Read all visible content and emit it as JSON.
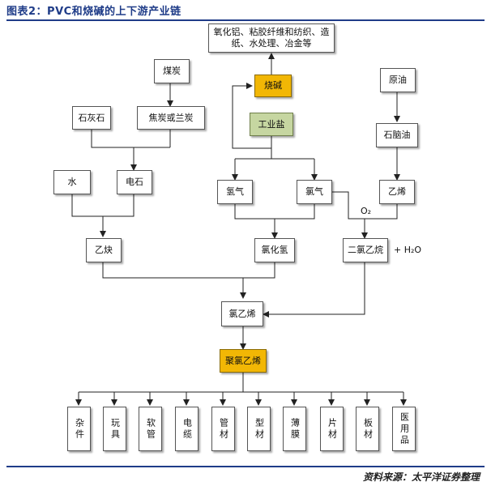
{
  "title": "图表2：PVC和烧碱的上下游产业链",
  "source": "资料来源：太平洋证券整理",
  "nodes": {
    "applications": "氧化铝、粘胶纤维和纺织、造纸、水处理、冶金等",
    "coal": "煤炭",
    "caustic_soda": "烧碱",
    "crude_oil": "原油",
    "limestone": "石灰石",
    "coke": "焦炭或兰炭",
    "industrial_salt": "工业盐",
    "naphtha": "石脑油",
    "water": "水",
    "calcium_carbide": "电石",
    "hydrogen": "氢气",
    "chlorine": "氯气",
    "ethylene": "乙烯",
    "acetylene": "乙炔",
    "hydrogen_chloride": "氯化氢",
    "edc": "二氯乙烷",
    "vcm": "氯乙烯",
    "pvc": "聚氯乙烯"
  },
  "labels": {
    "o2": "O₂",
    "h2o": "+ H₂O"
  },
  "products": [
    "杂件",
    "玩具",
    "软管",
    "电缆",
    "管材",
    "型材",
    "薄膜",
    "片材",
    "板材",
    "医用品"
  ]
}
